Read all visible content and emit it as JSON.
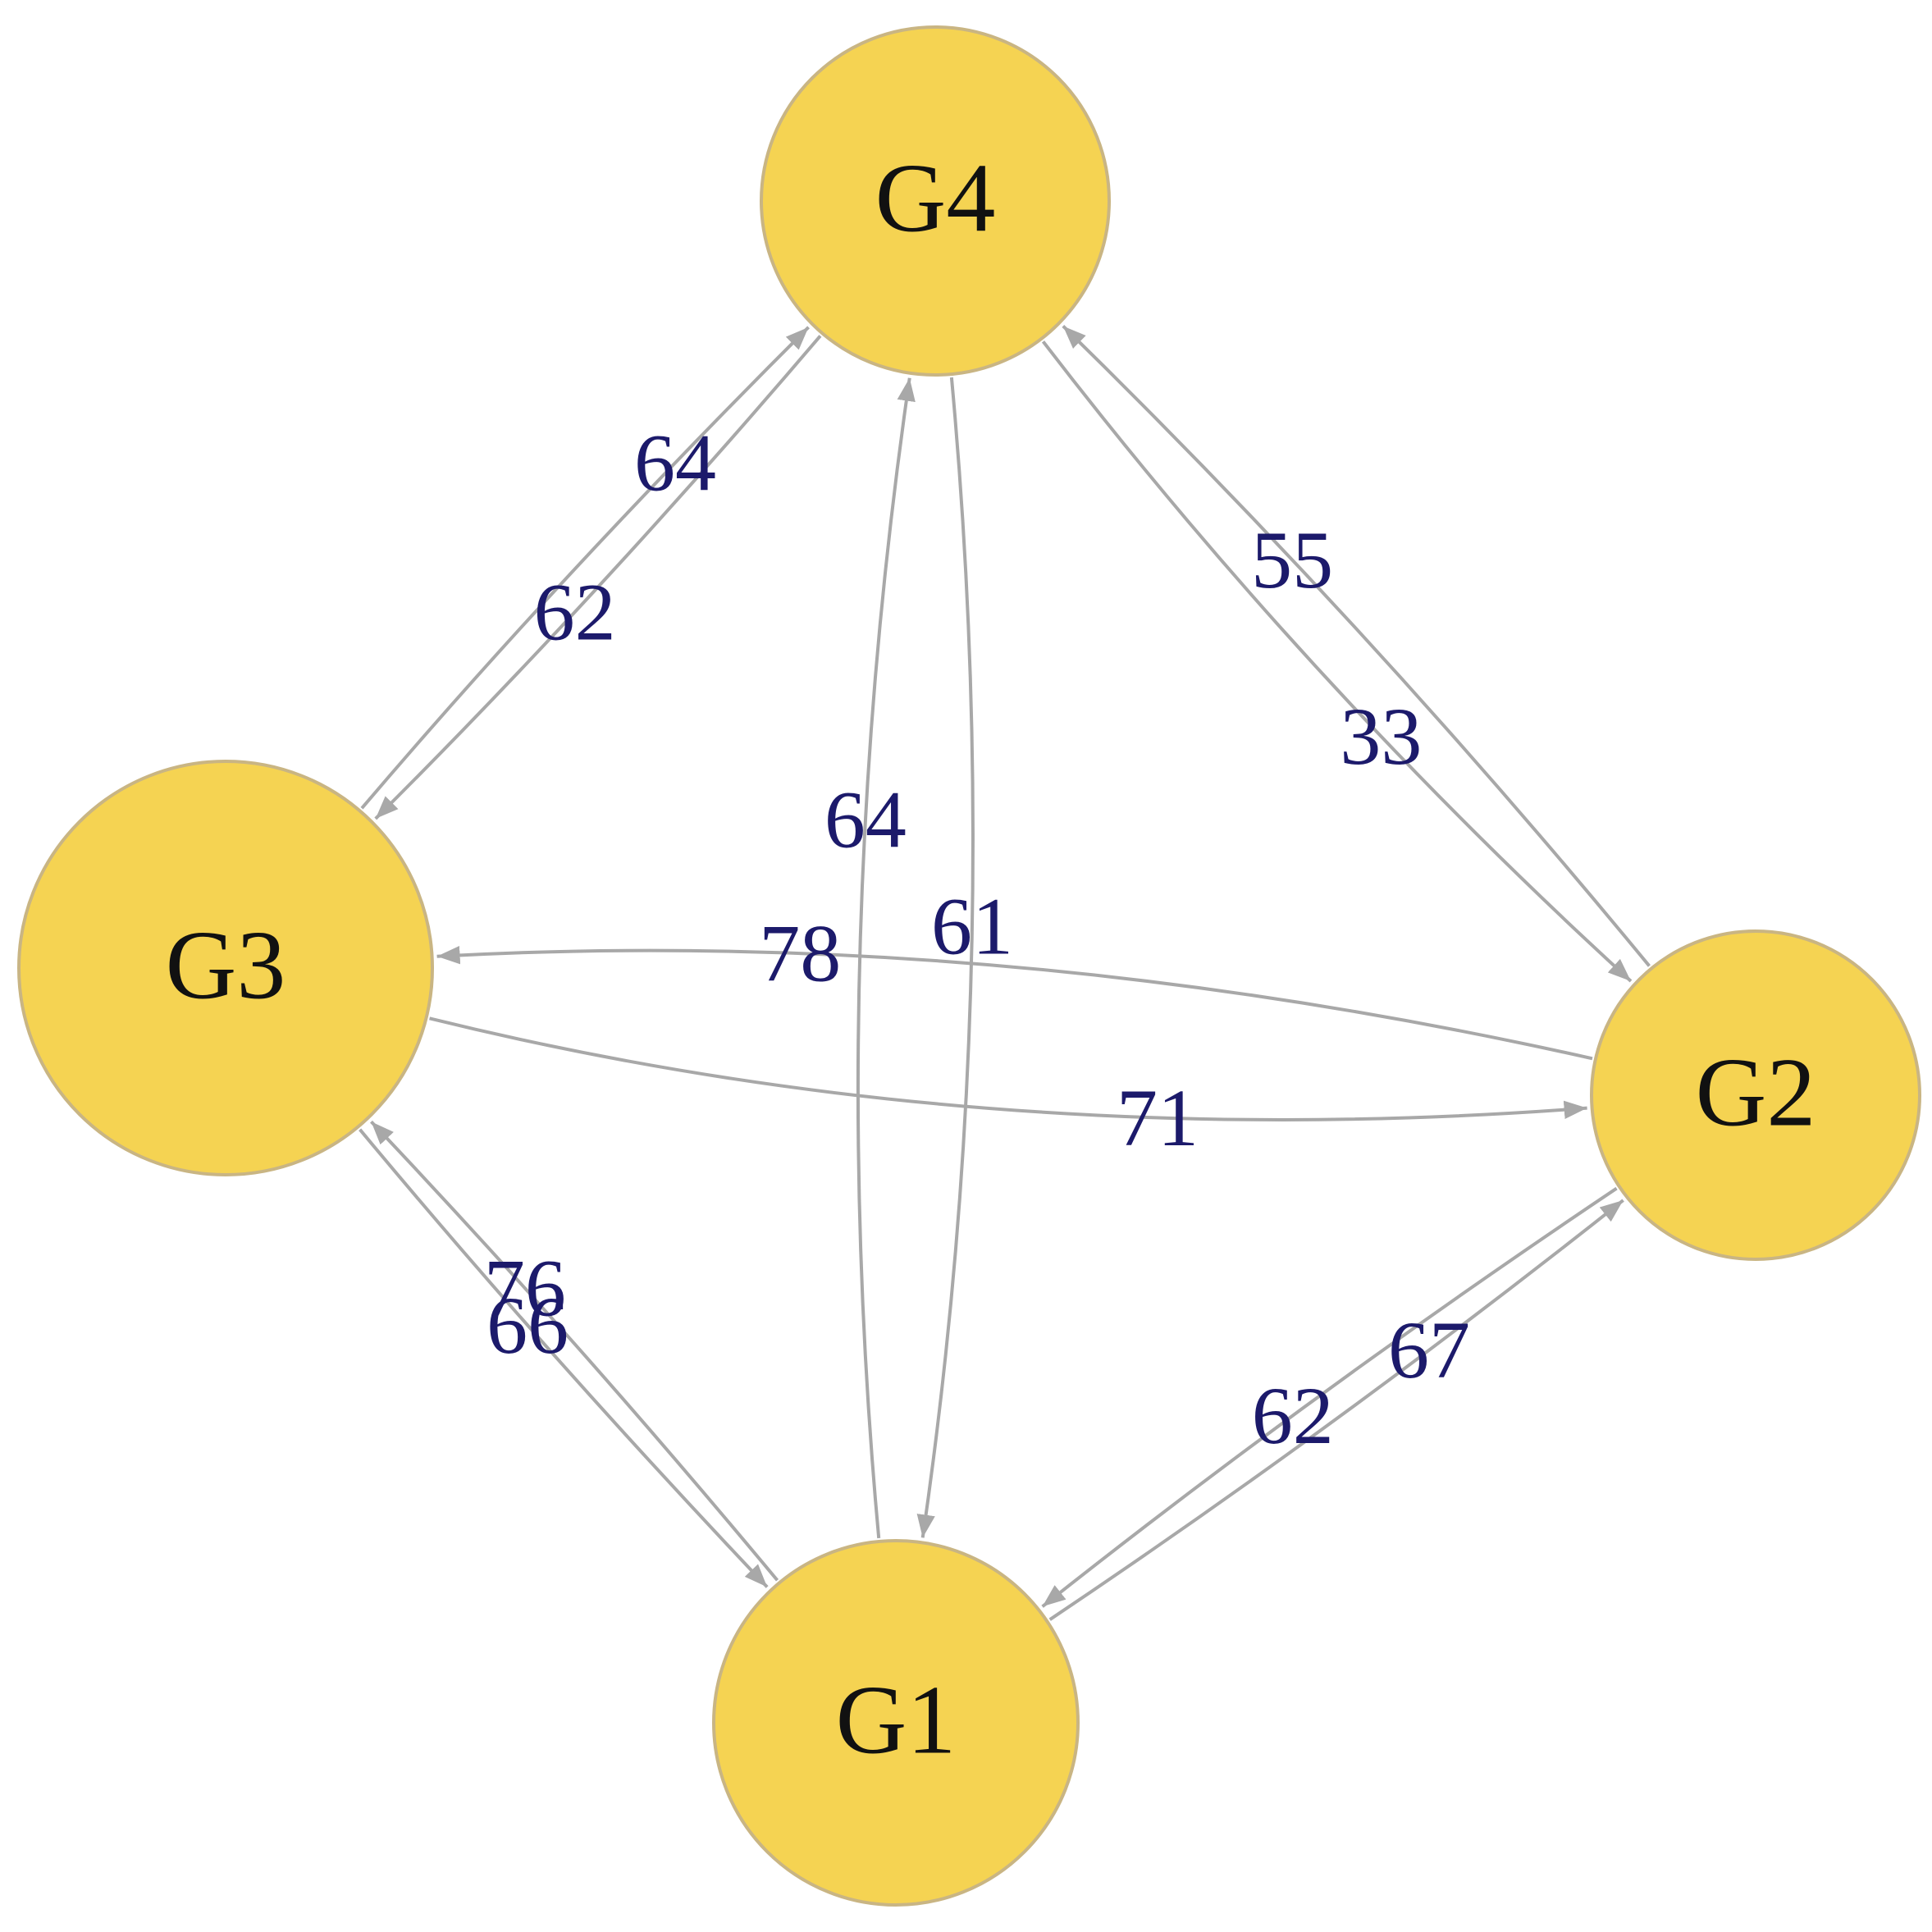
{
  "colors": {
    "node_fill": "#f5d352",
    "node_stroke": "#c9b583",
    "edge": "#a8a8a8",
    "edge_label": "#1c1a6b",
    "node_label": "#111111"
  },
  "nodes": [
    {
      "id": "G1",
      "label": "G1"
    },
    {
      "id": "G2",
      "label": "G2"
    },
    {
      "id": "G3",
      "label": "G3"
    },
    {
      "id": "G4",
      "label": "G4"
    }
  ],
  "edges": [
    {
      "from": "G3",
      "to": "G4",
      "weight": "64"
    },
    {
      "from": "G4",
      "to": "G3",
      "weight": "62"
    },
    {
      "from": "G1",
      "to": "G4",
      "weight": "64"
    },
    {
      "from": "G4",
      "to": "G1",
      "weight": "61"
    },
    {
      "from": "G2",
      "to": "G4",
      "weight": "55"
    },
    {
      "from": "G4",
      "to": "G2",
      "weight": "33"
    },
    {
      "from": "G3",
      "to": "G2",
      "weight": "71"
    },
    {
      "from": "G2",
      "to": "G3",
      "weight": "78"
    },
    {
      "from": "G1",
      "to": "G3",
      "weight": "76"
    },
    {
      "from": "G3",
      "to": "G1",
      "weight": "66"
    },
    {
      "from": "G1",
      "to": "G2",
      "weight": "67"
    },
    {
      "from": "G2",
      "to": "G1",
      "weight": "62"
    }
  ]
}
